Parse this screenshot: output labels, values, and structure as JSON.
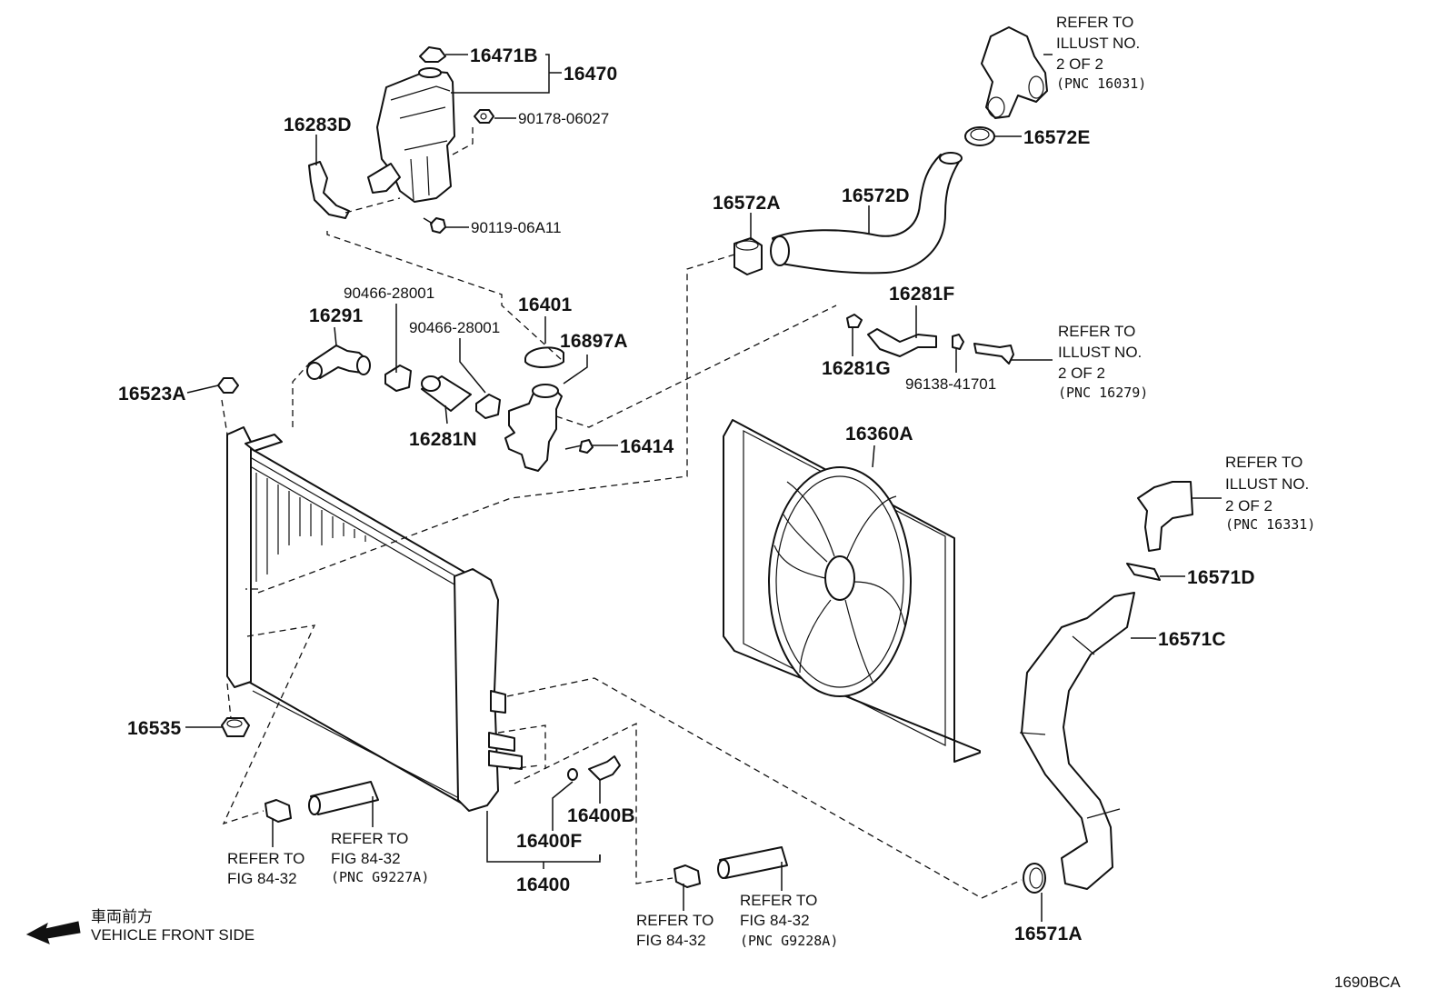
{
  "labels": {
    "p16471B": "16471B",
    "p16470": "16470",
    "p90178": "90178-06027",
    "p16283D": "16283D",
    "p90119": "90119-06A11",
    "p16572A": "16572A",
    "p16572D": "16572D",
    "p16572E": "16572E",
    "p16281F": "16281F",
    "p16281G": "16281G",
    "p96138": "96138-41701",
    "p90466a": "90466-28001",
    "p90466b": "90466-28001",
    "p16291": "16291",
    "p16401": "16401",
    "p16897A": "16897A",
    "p16523A": "16523A",
    "p16281N": "16281N",
    "p16414": "16414",
    "p16360A": "16360A",
    "p16571D": "16571D",
    "p16571C": "16571C",
    "p16535": "16535",
    "p16400B": "16400B",
    "p16400F": "16400F",
    "p16400": "16400",
    "p16571A": "16571A"
  },
  "refs": {
    "r1": {
      "l1": "REFER TO",
      "l2": "ILLUST NO.",
      "l3": "2 OF 2",
      "l4": "(PNC 16031)"
    },
    "r2": {
      "l1": "REFER TO",
      "l2": "ILLUST NO.",
      "l3": "2 OF 2",
      "l4": "(PNC 16279)"
    },
    "r3": {
      "l1": "REFER TO",
      "l2": "ILLUST NO.",
      "l3": "2 OF 2",
      "l4": "(PNC 16331)"
    },
    "f1": {
      "l1": "REFER TO",
      "l2": "FIG 84-32"
    },
    "f2": {
      "l1": "REFER TO",
      "l2": "FIG 84-32",
      "l3": "(PNC G9227A)"
    },
    "f3": {
      "l1": "REFER TO",
      "l2": "FIG 84-32"
    },
    "f4": {
      "l1": "REFER TO",
      "l2": "FIG 84-32",
      "l3": "(PNC G9228A)"
    }
  },
  "front": {
    "jp": "車両前方",
    "en": "VEHICLE FRONT SIDE"
  },
  "code": "1690BCA"
}
